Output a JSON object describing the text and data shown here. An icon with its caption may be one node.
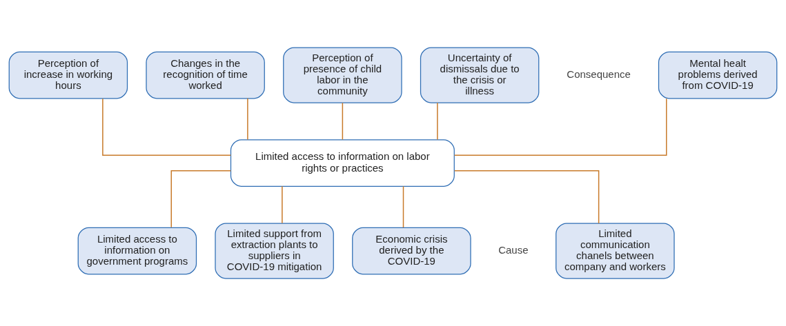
{
  "diagram": {
    "nodes": [
      {
        "text": [
          "Mental healt problems derived from COVID-19"
        ]
      },
      {
        "text": [
          "Perception of increase in working hours"
        ]
      },
      {
        "text": [
          "Changes in the recognition of time worked"
        ]
      },
      {
        "text": [
          "Perception of presence of child labor in the community"
        ]
      },
      {
        "text": [
          "Uncertainty of dismissals due to the crisis or illness"
        ]
      },
      {
        "text": [
          "Limited access to information on labor rights or practices"
        ]
      },
      {
        "text": [
          "Limited communication chanels between company and workers"
        ]
      },
      {
        "text": [
          "Limited access to information on government programs"
        ]
      },
      {
        "text": [
          "Limited support from extraction plants to suppliers in COVID-19 mitigation"
        ]
      },
      {
        "text": [
          "Economic crisis derived by the COVID-19"
        ]
      }
    ],
    "edges": [
      {
        "from": 0,
        "to": 5,
        "arrow": "none"
      },
      {
        "from": 1,
        "to": 5,
        "arrow": "none"
      },
      {
        "from": 2,
        "to": 5,
        "arrow": "none"
      },
      {
        "from": 3,
        "to": 5,
        "arrow": "none"
      },
      {
        "from": 4,
        "to": 5,
        "arrow": "none"
      },
      {
        "from": 5,
        "to": 6,
        "arrow": "none"
      },
      {
        "from": 5,
        "to": 7,
        "arrow": "none"
      },
      {
        "from": 5,
        "to": 8,
        "arrow": "none"
      },
      {
        "from": 5,
        "to": 9,
        "arrow": "none"
      }
    ],
    "labels": [
      "Consequence",
      "Cause"
    ]
  }
}
